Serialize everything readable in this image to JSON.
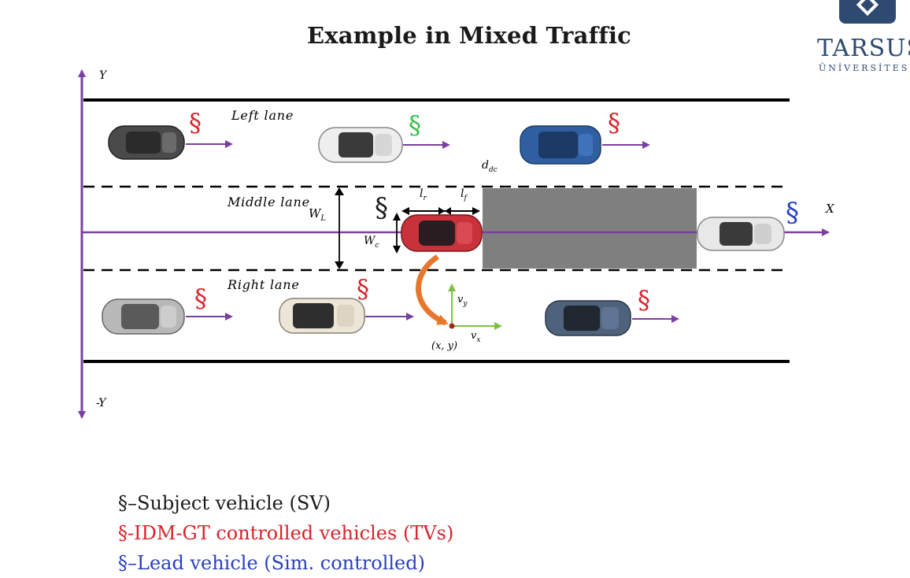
{
  "slide": {
    "title": "Example in Mixed Traffic"
  },
  "logo": {
    "name": "TARSUS",
    "subtitle": "ÜNİVERSİTESİ"
  },
  "diagram": {
    "axis_y_top": "Y",
    "axis_y_bottom": "-Y",
    "axis_x": "X",
    "lanes": {
      "left": "Left lane",
      "middle": "Middle lane",
      "right": "Right lane"
    },
    "symbols": {
      "section": "§",
      "lane_width": "W",
      "lane_width_sub": "L",
      "car_width": "W",
      "car_width_sub": "c",
      "rear_length": "l",
      "rear_length_sub": "r",
      "front_length": "l",
      "front_length_sub": "f",
      "distance": "d",
      "distance_sub": "dc",
      "vy": "v",
      "vy_sub": "y",
      "vx": "v",
      "vx_sub": "x",
      "position": "(x, y)"
    },
    "colors": {
      "axis": "#7b3fa0",
      "subject": "#1a1a1a",
      "target": "#d8232a",
      "lead": "#2a3fc0",
      "other": "#34c24a",
      "obstacle": "#7f7f7f",
      "turn_arrow": "#e8772e",
      "frame_arrow": "#7cc043"
    }
  },
  "legend": {
    "subject": "§–Subject vehicle (SV)",
    "target": "§-IDM-GT controlled vehicles (TVs)",
    "lead": "§–Lead vehicle (Sim. controlled)"
  }
}
